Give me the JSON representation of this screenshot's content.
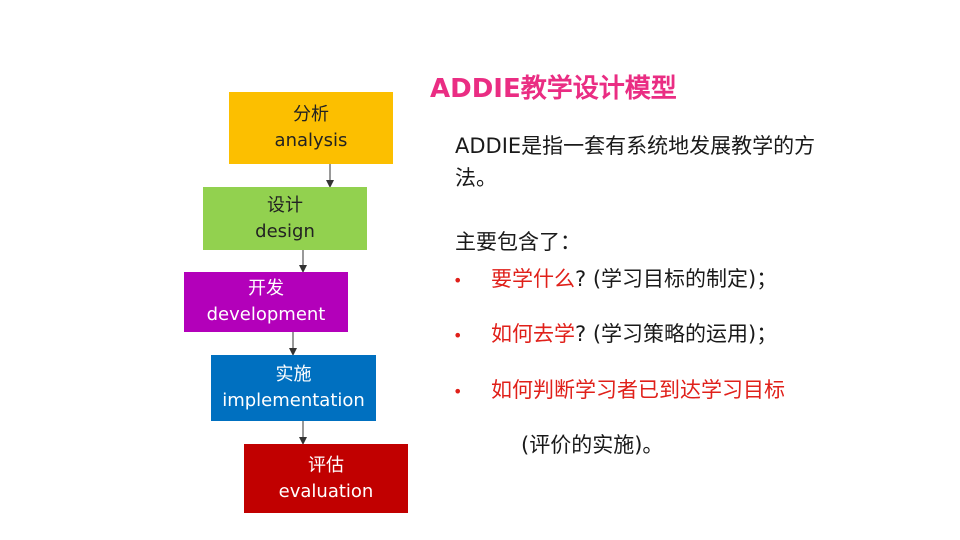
{
  "colors": {
    "accent": "#ea2d83",
    "highlight_red": "#e0201a",
    "text": "#1a1a1a",
    "arrow": "#333333"
  },
  "steps": [
    {
      "cn": "分析",
      "en": "analysis",
      "color": "#fcbf00",
      "text_color": "#222222"
    },
    {
      "cn": "设计",
      "en": "design",
      "color": "#92d14f",
      "text_color": "#222222"
    },
    {
      "cn": "开发",
      "en": "development",
      "color": "#b300ba",
      "text_color": "#ffffff"
    },
    {
      "cn": "实施",
      "en": "implementation",
      "color": "#0070c0",
      "text_color": "#ffffff"
    },
    {
      "cn": "评估",
      "en": "evaluation",
      "color": "#c10000",
      "text_color": "#ffffff"
    }
  ],
  "title": "ADDIE教学设计模型",
  "intro": "ADDIE是指一套有系统地发展教学的方法。",
  "includes_label": "主要包含了：",
  "bullet_symbol": "•",
  "bullets": [
    {
      "highlight": "要学什么",
      "rest": "? (学习目标的制定)；"
    },
    {
      "highlight": "如何去学",
      "rest": "? (学习策略的运用)；"
    },
    {
      "highlight": "如何判断学习者已到达学习目标",
      "rest": ""
    }
  ],
  "bullet_3_continuation": "(评价的实施)。"
}
